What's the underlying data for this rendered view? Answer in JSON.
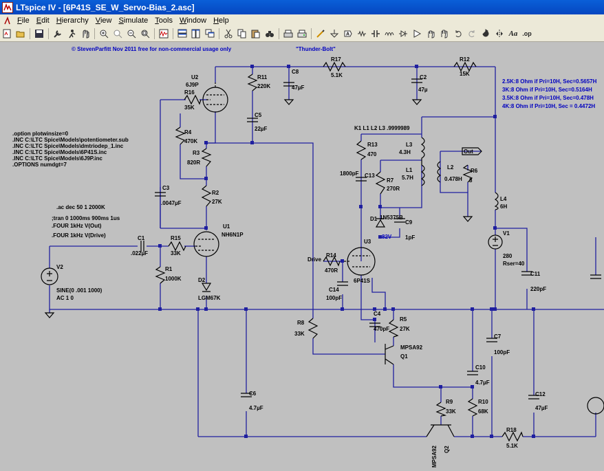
{
  "window": {
    "title": "LTspice IV - [6P41S_SE_W_Servo-Bias_2.asc]"
  },
  "menu": {
    "file": "File",
    "edit": "Edit",
    "hierarchy": "Hierarchy",
    "view": "View",
    "simulate": "Simulate",
    "tools": "Tools",
    "window": "Window",
    "help": "Help"
  },
  "toolbar_icons": [
    "new-schematic-icon",
    "open-icon",
    "save-icon",
    "control-panel-icon",
    "run-icon",
    "halt-icon",
    "zoom-in-icon",
    "zoom-pan-icon",
    "zoom-out-icon",
    "zoom-fit-icon",
    "waveform-icon",
    "tile-horizontal-icon",
    "tile-vertical-icon",
    "cascade-icon",
    "cut-icon",
    "copy-icon",
    "paste-icon",
    "find-icon",
    "print-setup-icon",
    "print-icon",
    "wire-icon",
    "ground-icon",
    "label-icon",
    "resistor-icon",
    "capacitor-icon",
    "inductor-icon",
    "diode-icon",
    "component-icon",
    "move-icon",
    "drag-icon",
    "undo-icon",
    "redo-icon",
    "rotate-icon",
    "mirror-icon",
    "text-icon",
    "spice-directive-icon"
  ],
  "schematic": {
    "copyright": "© StevenParfitt Nov 2011 free for non-commercial usage only",
    "name": "\"Thunder-Bolt\"",
    "directives": [
      ".option plotwinsize=0",
      ".INC C:\\LTC Spice\\Models\\potentiometer.sub",
      ".INC C:\\LTC Spice\\Models\\dmtriodep_1.inc",
      ".INC C:\\LTC Spice\\Models\\6P41S.inc",
      ".INC C:\\LTC Spice\\Models\\6J9P.inc",
      ".OPTIONS numdgt=7"
    ],
    "analysis": [
      ".ac dec 50 1 2000K",
      ";tran 0 1000ms 900ms 1us",
      ".FOUR 1kHz V(Out)",
      ".FOUR 1kHz V(Drive)"
    ],
    "notes": [
      "2.5K:8 Ohm if Pri=10H, Sec=0.5657H",
      "3K:8 Ohm if Pri=10H, Sec=0.5164H",
      "3.5K:8 Ohm if Pri=10H, Sec=0.478H",
      "4K:8 Ohm if Pri=10H, Sec = 0.4472H"
    ],
    "coupling": "K1 L1 L2 L3 .9999989",
    "labels": {
      "U2": "U2",
      "U2v": "6J9P",
      "R11": "R11",
      "R11v": "220K",
      "C8": "C8",
      "C8v": "47µF",
      "R17": "R17",
      "R17v": "5.1K",
      "C2": "C2",
      "C2v": "47µ",
      "R12": "R12",
      "R12v": "15K",
      "R16": "R16",
      "R16v": "35K",
      "C5": "C5",
      "C5v": "22µF",
      "R4": "R4",
      "R4v": "470K",
      "R3": "R3",
      "R3v": "820R",
      "R2": "R2",
      "R2v": "27K",
      "C3": "C3",
      "C3v": ".0047µF",
      "U1": "U1",
      "U1v": "NH6N1P",
      "C1": "C1",
      "C1v": ".022µF",
      "R15": "R15",
      "R15v": "33K",
      "R1": "R1",
      "R1v": "1000K",
      "D2": "D2",
      "D2v": "LGM67K",
      "V2": "V2",
      "V2v1": "SINE(0 .001 1000)",
      "V2v2": "AC 1 0",
      "R13": "R13",
      "R13v": "470",
      "L3": "L3",
      "L3v": "4.3H",
      "Out": "Out",
      "L2": "L2",
      "L2v": "0.478H",
      "R6": "R6",
      "R6v": "8",
      "L1": "L1",
      "L1v": "5.7H",
      "C13v": "1800pF",
      "C13": "C13",
      "R7": "R7",
      "R7v": "270R",
      "D1": "D1",
      "D1v": "1N5375B",
      "C9": "C9",
      "C9v": "1pF",
      "D1volt": "82V",
      "L4": "L4",
      "L4v": "6H",
      "V1": "V1",
      "V1v": "280",
      "V1rs": "Rser=40",
      "C11": "C11",
      "C11v": "220pF",
      "Drive": "Drive",
      "R14": "R14",
      "R14v": "470R",
      "U3": "U3",
      "U3v": "6P41S",
      "C14": "C14",
      "C14v": "100pF",
      "R8": "R8",
      "R8v": "33K",
      "C4": "C4",
      "C4v": "470pF",
      "R5": "R5",
      "R5v": "27K",
      "Q1": "Q1",
      "Q1v": "MPSA92",
      "C7": "C7",
      "C7v": "100pF",
      "C10": "C10",
      "C10v": "4.7µF",
      "C6": "C6",
      "C6v": "4.7µF",
      "R9": "R9",
      "R9v": "33K",
      "R10": "R10",
      "R10v": "68K",
      "C12": "C12",
      "C12v": "47µF",
      "R18": "R18",
      "R18v": "5.1K",
      "Q2": "Q2",
      "Q2v": "MPSA92"
    }
  },
  "colors": {
    "wire": "#1f1f9f",
    "component": "#000000",
    "note": "#0000c0",
    "background": "#c0c0c0",
    "junction": "#1f1f9f"
  }
}
